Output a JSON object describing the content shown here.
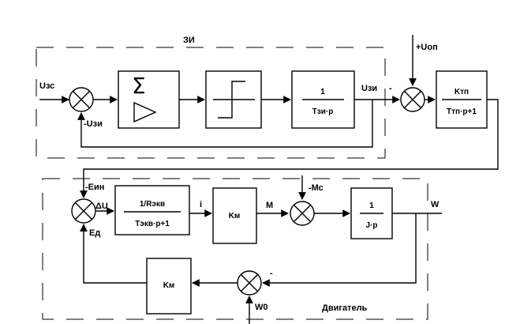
{
  "groups": {
    "zi_label": "ЗИ",
    "motor_label": "Двигатель"
  },
  "signals": {
    "u_zc": "Uзс",
    "u_zi_fb": "-Uзи",
    "u_zi_out": "Uзи",
    "minus_top": "-",
    "u_op": "+Uоп",
    "e_in": "-Еин",
    "delta_u": "ΔU",
    "e_d": "Ед",
    "i": "i",
    "m": "M",
    "m_c": "-Мс",
    "w": "W",
    "minus_fb": "-",
    "w0": "W0"
  },
  "blocks": {
    "integrator_sym": "Σ",
    "zi_tf_num": "1",
    "zi_tf_den": "Tзи·p",
    "ktp_num": "Kтп",
    "ktp_den": "Tтп·p+1",
    "rekv_num": "1/Rэкв",
    "rekv_den": "Tэкв·p+1",
    "km_forward": "Kм",
    "jp_num": "1",
    "jp_den": "J·p",
    "km_feedback": "Kм"
  }
}
